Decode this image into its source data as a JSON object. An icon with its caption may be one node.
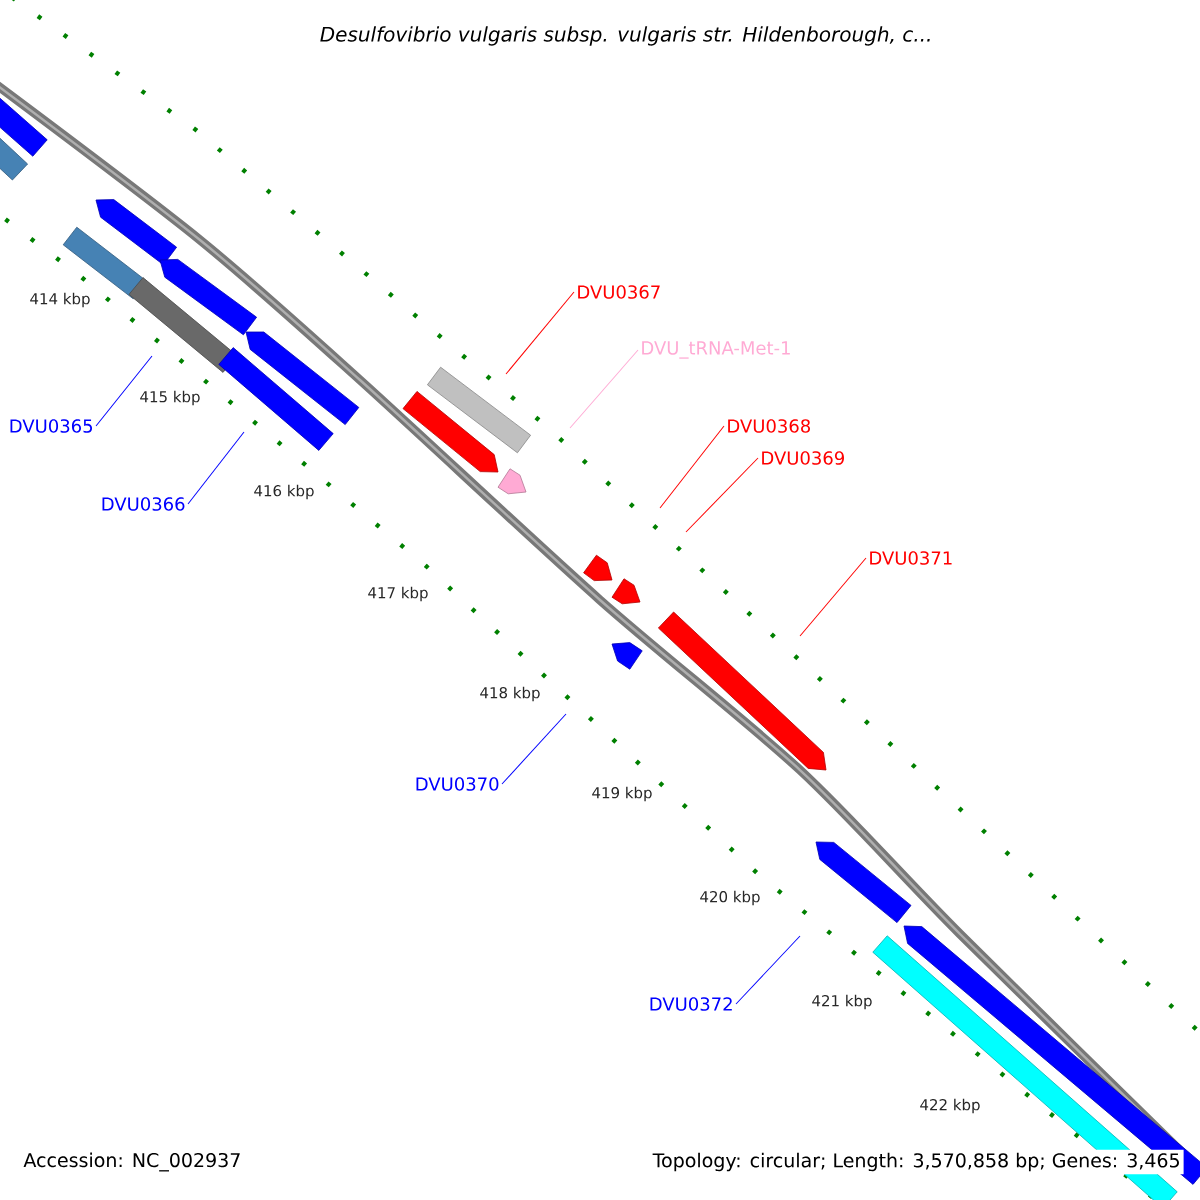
{
  "diagram": {
    "title": "Desulfovibrio vulgaris subsp. vulgaris str. Hildenborough, c...",
    "nodes": [
      {
        "text": [
          "DVU0367"
        ]
      },
      {
        "text": [
          "DVU_tRNA-Met-1"
        ]
      },
      {
        "text": [
          "DVU0365"
        ]
      },
      {
        "text": [
          "DVU0368"
        ]
      },
      {
        "text": [
          "DVU0369"
        ]
      },
      {
        "text": [
          "DVU0366"
        ]
      },
      {
        "text": [
          "DVU0371"
        ]
      },
      {
        "text": [
          "DVU0370"
        ]
      },
      {
        "text": [
          "DVU0372"
        ]
      }
    ],
    "edges": [
      {
        "from": 0,
        "to": null,
        "arrow": "none",
        "color": "#ff0000"
      },
      {
        "from": 1,
        "to": null,
        "arrow": "none",
        "color": "#ffaad4"
      },
      {
        "from": 2,
        "to": null,
        "arrow": "none",
        "color": "#0000ff"
      },
      {
        "from": 3,
        "to": null,
        "arrow": "none",
        "color": "#ff0000"
      },
      {
        "from": 4,
        "to": null,
        "arrow": "none",
        "color": "#ff0000"
      },
      {
        "from": 5,
        "to": null,
        "arrow": "none",
        "color": "#0000ff"
      },
      {
        "from": 6,
        "to": null,
        "arrow": "none",
        "color": "#ff0000"
      },
      {
        "from": 7,
        "to": null,
        "arrow": "none",
        "color": "#0000ff"
      },
      {
        "from": 8,
        "to": null,
        "arrow": "none",
        "color": "#0000ff"
      }
    ],
    "labels": [
      "414 kbp",
      "415 kbp",
      "416 kbp",
      "417 kbp",
      "418 kbp",
      "419 kbp",
      "420 kbp",
      "421 kbp",
      "422 kbp",
      "Accession: NC_002937",
      "Topology: circular; Length: 3,570,858 bp; Genes: 3,465"
    ]
  }
}
